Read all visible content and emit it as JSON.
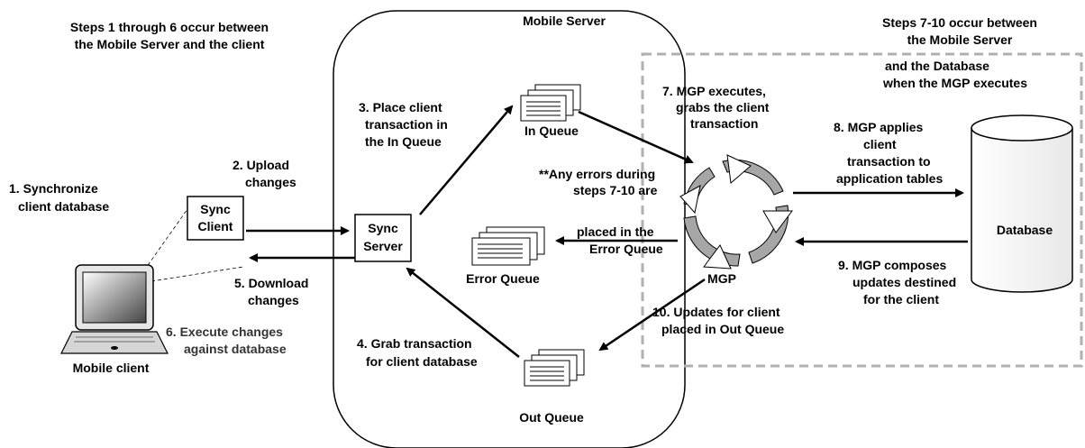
{
  "header": {
    "left_line1": "Steps 1 through 6 occur between",
    "left_line2": "the Mobile Server and the client",
    "server_title": "Mobile Server",
    "right_line1": "Steps 7-10 occur between",
    "right_line2": "the Mobile Server",
    "right_line3": "and the Database",
    "right_line4": "when the MGP executes"
  },
  "nodes": {
    "sync_client_line1": "Sync",
    "sync_client_line2": "Client",
    "sync_server_line1": "Sync",
    "sync_server_line2": "Server",
    "in_queue": "In Queue",
    "error_queue": "Error Queue",
    "out_queue": "Out Queue",
    "mgp": "MGP",
    "database": "Database",
    "mobile_client": "Mobile client"
  },
  "steps": {
    "s1_line1": "1. Synchronize",
    "s1_line2": "client database",
    "s2_line1": "2. Upload",
    "s2_line2": "changes",
    "s3_line1": "3. Place client",
    "s3_line2": "transaction in",
    "s3_line3": "the In Queue",
    "s4_line1": "4. Grab transaction",
    "s4_line2": "for client database",
    "s5_line1": "5. Download",
    "s5_line2": "changes",
    "s6_line1": "6. Execute changes",
    "s6_line2": "against database",
    "s7_line1": "7. MGP executes,",
    "s7_line2": "grabs the client",
    "s7_line3": "transaction",
    "s8_line1": "8. MGP applies",
    "s8_line2": "client",
    "s8_line3": "transaction to",
    "s8_line4": "application tables",
    "s9_line1": "9. MGP composes",
    "s9_line2": "updates destined",
    "s9_line3": "for the client",
    "s10_line1": "10. Updates for client",
    "s10_line2": "placed in Out Queue",
    "err_line1": "**Any errors during",
    "err_line2": "steps 7-10 are",
    "err_line3": "placed in the",
    "err_line4": "Error Queue"
  }
}
